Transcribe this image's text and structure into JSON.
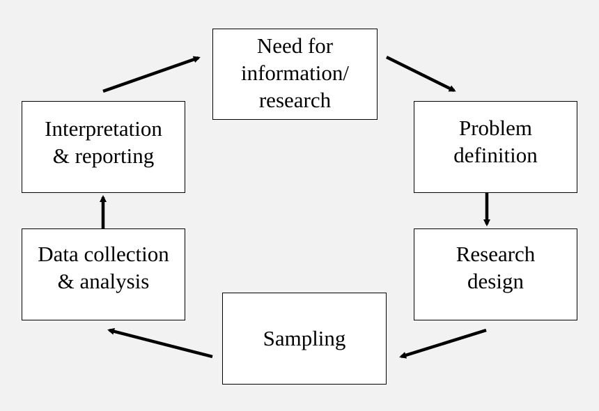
{
  "diagram": {
    "nodes": {
      "need": {
        "label": "Need for\ninformation/\nresearch"
      },
      "problem": {
        "label": "Problem\ndefinition"
      },
      "design": {
        "label": "Research\ndesign"
      },
      "sampling": {
        "label": "Sampling"
      },
      "data": {
        "label": "Data collection\n& analysis"
      },
      "interpretation": {
        "label": "Interpretation\n& reporting"
      }
    },
    "edges": [
      {
        "from": "need",
        "to": "problem"
      },
      {
        "from": "problem",
        "to": "design"
      },
      {
        "from": "design",
        "to": "sampling"
      },
      {
        "from": "sampling",
        "to": "data"
      },
      {
        "from": "data",
        "to": "interpretation"
      },
      {
        "from": "interpretation",
        "to": "need"
      }
    ],
    "colors": {
      "background": "#f2f2f2",
      "box_fill": "#ffffff",
      "line": "#000000"
    }
  }
}
